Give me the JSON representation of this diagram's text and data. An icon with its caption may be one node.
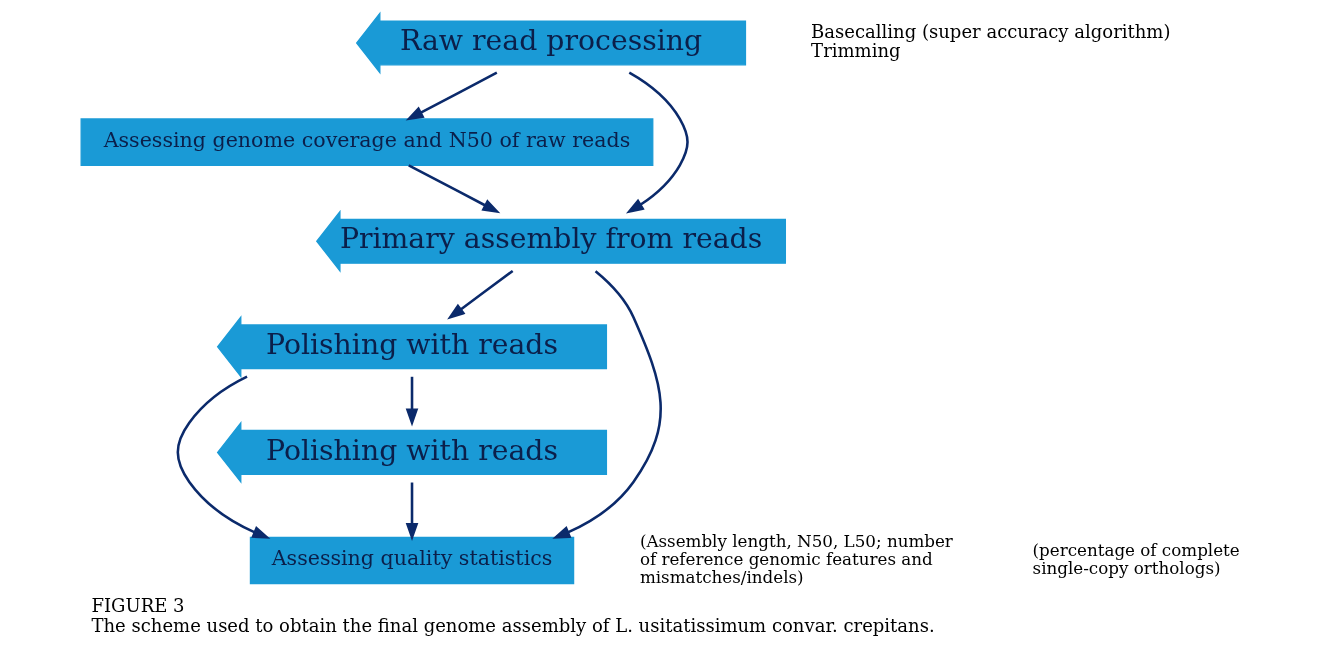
{
  "diagram": {
    "title": "FIGURE 3",
    "caption": "The scheme used to obtain the final genome assembly of L. usitatissimum convar. crepitans.",
    "nodes": [
      {
        "text": [
          "Raw read processing"
        ],
        "beside": [
          "Basecalling (super accuracy algorithm)",
          "Trimming"
        ]
      },
      {
        "text": [
          "Assessing genome coverage and N50 of raw reads"
        ]
      },
      {
        "text": [
          "Primary assembly from reads"
        ]
      },
      {
        "text": [
          "Polishing with reads"
        ]
      },
      {
        "text": [
          "Assessing quality statistics"
        ]
      },
      {
        "text": [
          "Polishing with reads"
        ]
      }
    ],
    "edges": [
      {
        "from": 0,
        "to": 2,
        "arrow": "to"
      },
      {
        "from": 0,
        "to": 1,
        "arrow": "to"
      },
      {
        "from": 1,
        "to": 2,
        "arrow": "to"
      },
      {
        "from": 2,
        "to": 3,
        "arrow": "to"
      },
      {
        "from": 2,
        "to": 4,
        "arrow": "to"
      },
      {
        "from": 3,
        "to": 5,
        "arrow": "to"
      },
      {
        "from": 3,
        "to": 4,
        "arrow": "to"
      },
      {
        "from": 5,
        "to": 4,
        "arrow": "to"
      }
    ],
    "labels": [
      "(Assembly length, N50, L50; number of reference genomic features and mismatches/indels)",
      "(percentage of complete single-copy orthologs)"
    ]
  }
}
